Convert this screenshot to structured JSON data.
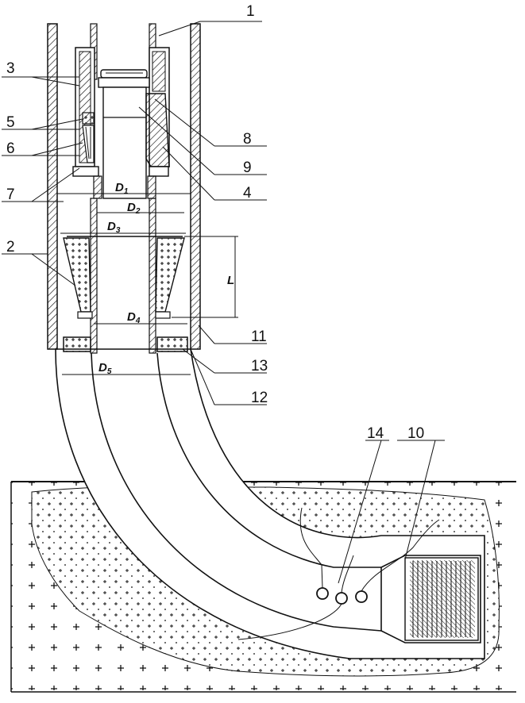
{
  "figure": {
    "callouts": [
      {
        "id": "c1",
        "text": "1"
      },
      {
        "id": "c3",
        "text": "3"
      },
      {
        "id": "c5",
        "text": "5"
      },
      {
        "id": "c6",
        "text": "6"
      },
      {
        "id": "c7",
        "text": "7"
      },
      {
        "id": "c2",
        "text": "2"
      },
      {
        "id": "c8",
        "text": "8"
      },
      {
        "id": "c9",
        "text": "9"
      },
      {
        "id": "c4",
        "text": "4"
      },
      {
        "id": "c11",
        "text": "11"
      },
      {
        "id": "c13",
        "text": "13"
      },
      {
        "id": "c12",
        "text": "12"
      },
      {
        "id": "c14",
        "text": "14"
      },
      {
        "id": "c10",
        "text": "10"
      }
    ],
    "dimensions": {
      "D1": {
        "main": "D",
        "sub": "1"
      },
      "D2": {
        "main": "D",
        "sub": "2"
      },
      "D3": {
        "main": "D",
        "sub": "3"
      },
      "D4": {
        "main": "D",
        "sub": "4"
      },
      "D5": {
        "main": "D",
        "sub": "5"
      },
      "L": "L"
    }
  }
}
